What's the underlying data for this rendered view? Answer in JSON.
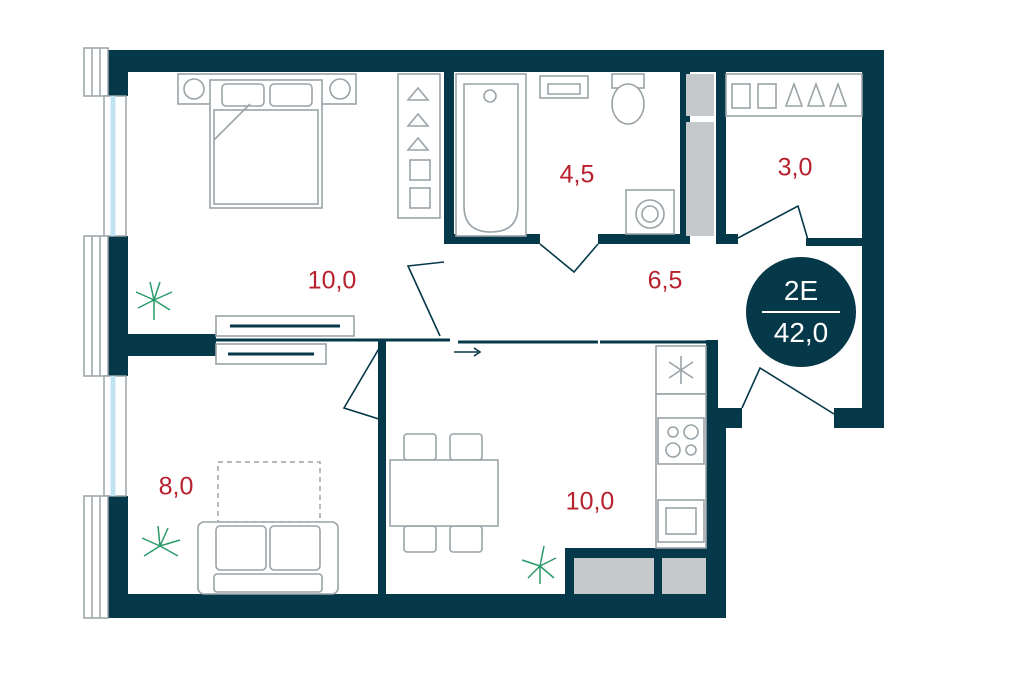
{
  "apartment": {
    "type": "2E",
    "total_area": "42,0"
  },
  "rooms": [
    {
      "id": "bedroom",
      "area": "10,0"
    },
    {
      "id": "bathroom",
      "area": "4,5"
    },
    {
      "id": "wardrobe",
      "area": "3,0"
    },
    {
      "id": "hallway",
      "area": "6,5"
    },
    {
      "id": "living-room",
      "area": "8,0"
    },
    {
      "id": "kitchen",
      "area": "10,0"
    }
  ],
  "colors": {
    "walls": "#05394a",
    "labels": "#b8202e",
    "furniture": "#9aa3a8",
    "plants": "#2a9a6a"
  },
  "icons": [
    "bed-icon",
    "wardrobe-icon",
    "bathtub-icon",
    "sink-icon",
    "toilet-icon",
    "washing-machine-icon",
    "fridge-icon",
    "stove-icon",
    "kitchen-sink-icon",
    "dining-table-icon",
    "sofa-icon",
    "plant-icon",
    "window-icon"
  ]
}
